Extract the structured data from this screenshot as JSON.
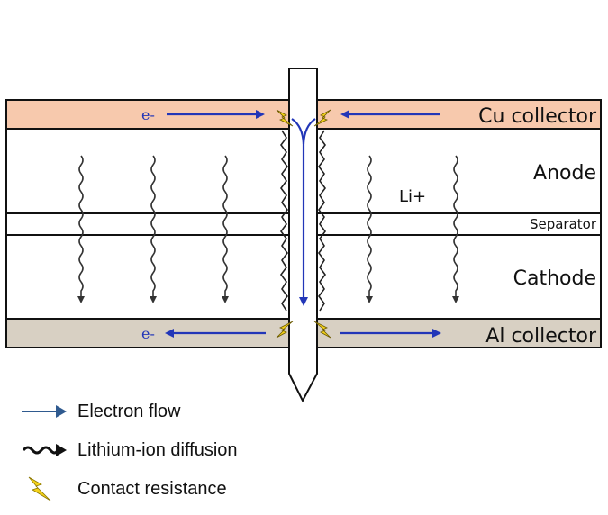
{
  "layers": {
    "cu_collector": "Cu collector",
    "anode": "Anode",
    "separator": "Separator",
    "cathode": "Cathode",
    "al_collector": "Al collector"
  },
  "labels": {
    "electron_top": "e-",
    "electron_bottom": "e-",
    "lithium_ion": "Li+"
  },
  "legend": {
    "electron_flow": "Electron flow",
    "lithium_diffusion": "Lithium-ion diffusion",
    "contact_resistance": "Contact resistance"
  },
  "colors": {
    "cu_collector": "#f7c9ad",
    "al_collector": "#d8d0c3",
    "electron_arrow": "#2236b8",
    "legend_arrow": "#2f5a8f",
    "bolt": "#f4d21a"
  },
  "icons": {
    "electron_flow": "arrow-right-icon",
    "lithium_diffusion": "wavy-arrow-icon",
    "contact_resistance": "lightning-icon"
  }
}
